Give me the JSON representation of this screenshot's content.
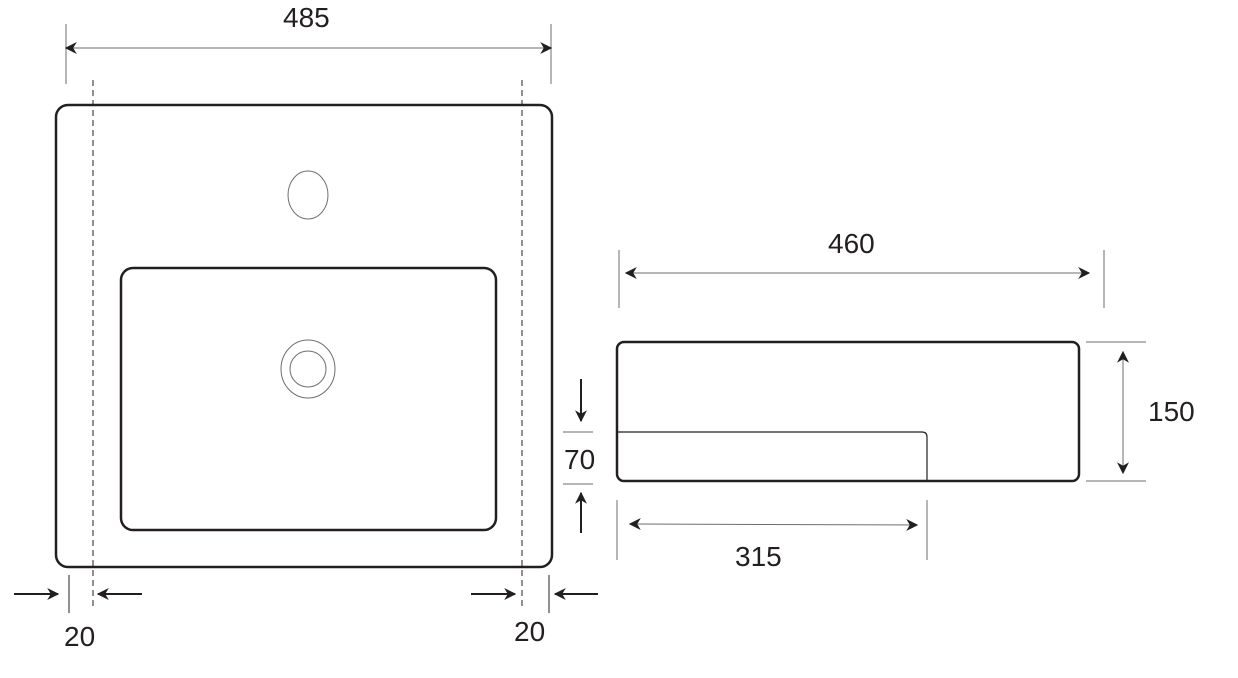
{
  "diagram": {
    "type": "technical-drawing",
    "subject": "countertop washbasin",
    "units": "mm",
    "line_color": "#231f20",
    "guide_color": "#6d6e71"
  },
  "top_view": {
    "overall_width_label": "485",
    "left_margin_label": "20",
    "right_margin_label": "20",
    "tap_hole": "circle",
    "drain": "double-circle",
    "bowl": "rounded-rectangle"
  },
  "side_view": {
    "width_label": "460",
    "height_label": "150",
    "bowl_depth_label": "70",
    "bowl_length_label": "315"
  }
}
